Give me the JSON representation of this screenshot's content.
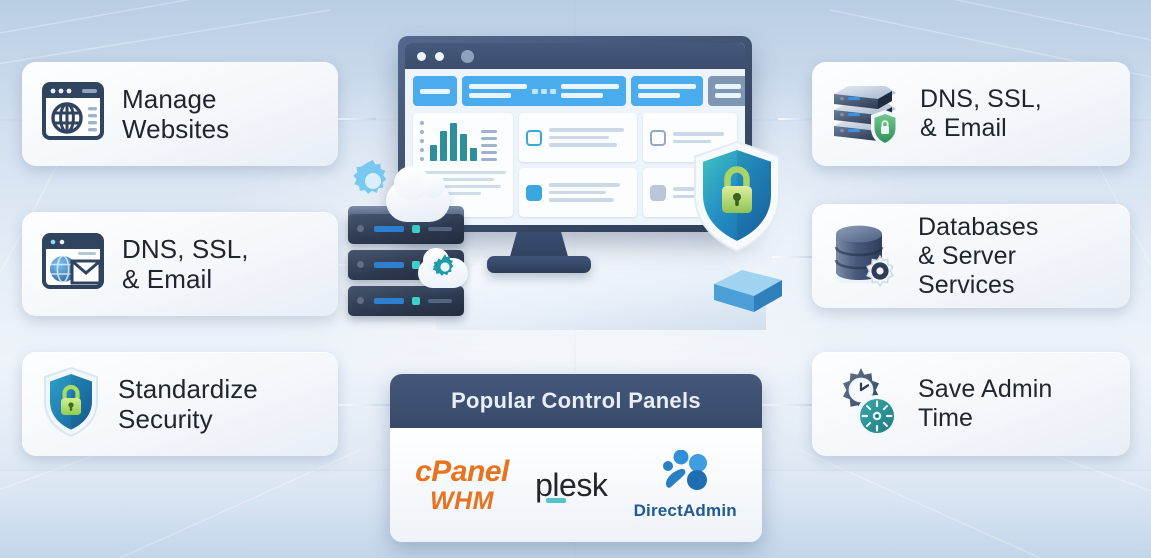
{
  "background": {
    "gradient_top": "#b9cde4",
    "gradient_mid": "#eef3f9",
    "gradient_bottom": "#c3d5e9"
  },
  "left_cards": [
    {
      "label": "Manage\nWebsites",
      "icon": "browser-globe-icon"
    },
    {
      "label": "DNS, SSL,\n& Email",
      "icon": "browser-globe-envelope-icon"
    },
    {
      "label": "Standardize\nSecurity",
      "icon": "shield-lock-icon"
    }
  ],
  "right_cards": [
    {
      "label": "DNS, SSL,\n& Email",
      "icon": "server-stack-shield-icon"
    },
    {
      "label": "Databases\n& Server Services",
      "icon": "database-gear-icon"
    },
    {
      "label": "Save Admin\nTime",
      "icon": "gear-clock-icon"
    }
  ],
  "center": {
    "monitor_icon": "desktop-monitor-dashboard",
    "server_stack_icon": "server-rack-icon",
    "cloud_icon": "cloud-icon",
    "cloud_gear_icon": "cloud-gear-icon",
    "gear_icon": "gear-icon",
    "shield_icon": "shield-padlock-icon",
    "cube_icon": "blue-cube-icon"
  },
  "panel": {
    "title": "Popular Control Panels",
    "title_color": "#e8eef7",
    "header_color": "#3d506f",
    "logos": [
      {
        "name": "cpanel-whm-logo",
        "line1": "cPanel",
        "line2": "WHM",
        "color": "#e8731f"
      },
      {
        "name": "plesk-logo",
        "line1": "plesk",
        "color": "#22262b",
        "accent": "#53c4c8"
      },
      {
        "name": "directadmin-logo",
        "line1": "DirectAdmin",
        "color": "#1f5a94"
      }
    ]
  },
  "colors": {
    "accent_blue": "#3aa7de",
    "nav_blue": "#4aaced",
    "dark_navy": "#3a4c68",
    "teal": "#2e8f9a",
    "lock_green": "#aede6a",
    "orange": "#e8731f"
  }
}
